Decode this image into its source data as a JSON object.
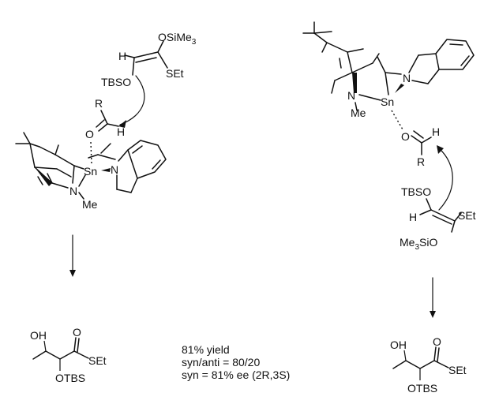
{
  "left_scheme": {
    "enol": {
      "h": "H",
      "tbso": "TBSO",
      "osime3": "OSiMe",
      "osime3_sub": "3",
      "set": "SEt"
    },
    "aldehyde": {
      "r": "R",
      "o": "O",
      "h": "H"
    },
    "complex": {
      "sn": "Sn",
      "n_amine": "N",
      "n_indoline": "N",
      "me": "Me"
    },
    "product": {
      "oh": "OH",
      "o": "O",
      "set": "SEt",
      "otbs": "OTBS"
    }
  },
  "right_scheme": {
    "complex": {
      "n_bicyclic": "N",
      "n_indoline": "N",
      "sn": "Sn",
      "me": "Me"
    },
    "aldehyde": {
      "o": "O",
      "h": "H",
      "r": "R"
    },
    "enol": {
      "tbso": "TBSO",
      "h": "H",
      "set": "SEt",
      "me3sio": "Me",
      "me3sio_sub": "3",
      "me3sio_tail": "SiO"
    },
    "product": {
      "oh": "OH",
      "o": "O",
      "set": "SEt",
      "otbs": "OTBS"
    }
  },
  "results": {
    "line1": "81% yield",
    "line2": "syn/anti = 80/20",
    "line3": "syn = 81% ee (2R,3S)"
  }
}
